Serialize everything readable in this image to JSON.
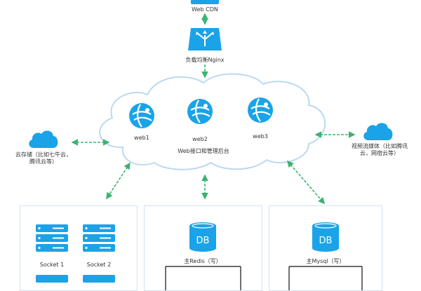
{
  "cdn": {
    "label": "Web CDN"
  },
  "load_balancer": {
    "label": "负载均衡Nginx"
  },
  "cluster": {
    "nodes": [
      {
        "label": "web1"
      },
      {
        "label": "web2"
      },
      {
        "label": "web3"
      }
    ],
    "caption": "Web接口和管理后台"
  },
  "storage": {
    "label": "云存储（比如七牛云，腾讯云等）"
  },
  "video": {
    "label": "视频流媒体（比如腾讯云，网宿云等）"
  },
  "panels": {
    "socket": {
      "items": [
        {
          "label": "Socket 1"
        },
        {
          "label": "Socket 2"
        }
      ]
    },
    "redis": {
      "db_text": "DB",
      "label": "主Redis（写）"
    },
    "mysql": {
      "db_text": "DB",
      "label": "主Mysql（写）"
    }
  },
  "colors": {
    "primary": "#1aa3e8",
    "arrow": "#3cb371",
    "cloud_stroke": "#bcd9ef",
    "panel_border": "#cfe3f3"
  }
}
